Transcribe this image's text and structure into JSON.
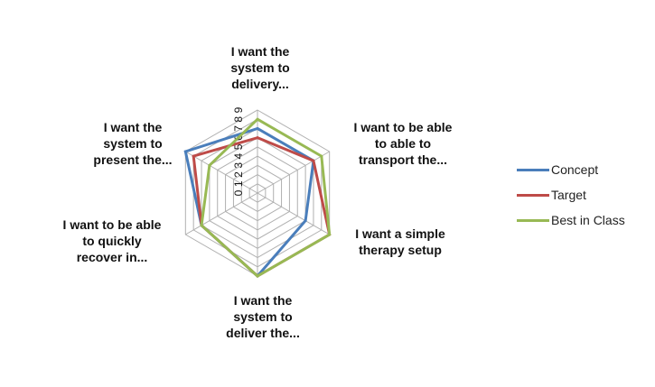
{
  "chart_data": {
    "type": "radar",
    "axes": [
      [
        "I want the",
        "system to",
        "delivery..."
      ],
      [
        "I want to be able",
        "to able to",
        "transport the..."
      ],
      [
        "I want  a simple",
        "therapy setup"
      ],
      [
        "I want the",
        "system to",
        "deliver the..."
      ],
      [
        "I want to be able",
        "to quickly",
        "recover in..."
      ],
      [
        "I want the",
        "system to",
        "present the..."
      ]
    ],
    "rlim": [
      0,
      9
    ],
    "ticks": [
      "0",
      "1",
      "2",
      "3",
      "4",
      "5",
      "6",
      "7",
      "8",
      "9"
    ],
    "grid": true,
    "legend": "right",
    "series": [
      {
        "name": "Concept",
        "color": "#4a7ebb",
        "values": [
          7,
          7,
          6,
          9,
          7,
          9
        ]
      },
      {
        "name": "Target",
        "color": "#be4b48",
        "values": [
          6,
          7,
          9,
          9,
          7,
          8
        ]
      },
      {
        "name": "Best in Class",
        "color": "#98b954",
        "values": [
          8,
          8,
          9,
          9,
          7,
          6
        ]
      }
    ]
  }
}
